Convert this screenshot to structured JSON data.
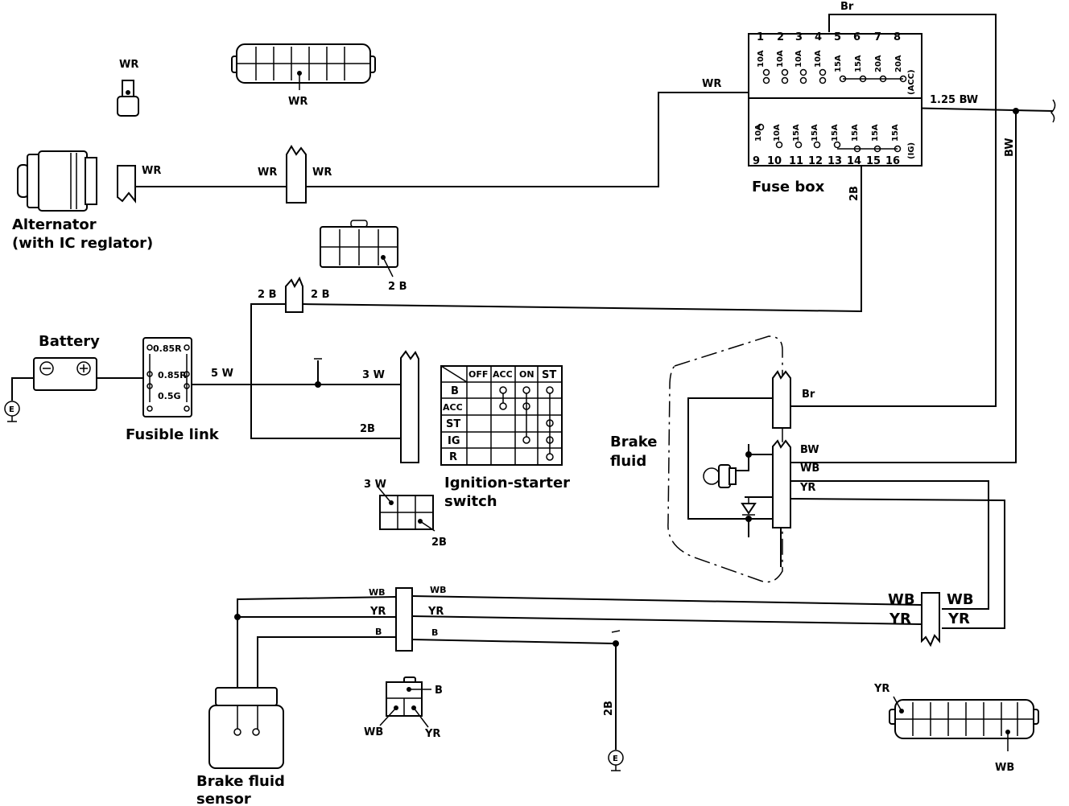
{
  "components": {
    "alternator": "Alternator",
    "alternator_sub": "(with IC reglator)",
    "battery": "Battery",
    "fusible_link": "Fusible link",
    "fuse_box": "Fuse box",
    "ignition_switch": "Ignition-starter",
    "ignition_switch_2": "switch",
    "brake_fluid": "Brake",
    "brake_fluid_2": "fluid",
    "brake_fluid_sensor": "Brake fluid",
    "brake_fluid_sensor_2": "sensor"
  },
  "symbols": {
    "minus": "⊖",
    "plus": "⊕",
    "ground": "E"
  },
  "fusible_link_ratings": [
    "0.85R",
    "0.85R",
    "0.5G"
  ],
  "fuse_box": {
    "top_numbers": [
      "1",
      "2",
      "3",
      "4",
      "5",
      "6",
      "7",
      "8"
    ],
    "top_ratings": [
      "10A",
      "10A",
      "10A",
      "10A",
      "15A",
      "15A",
      "20A",
      "20A"
    ],
    "top_tag": "(ACC)",
    "bottom_numbers": [
      "9",
      "10",
      "11",
      "12",
      "13",
      "14",
      "15",
      "16"
    ],
    "bottom_ratings": [
      "10A",
      "10A",
      "15A",
      "15A",
      "15A",
      "15A",
      "15A",
      "15A"
    ],
    "bottom_tag": "(IG)"
  },
  "switch_table": {
    "headers": [
      "OFF",
      "ACC",
      "ON",
      "ST"
    ],
    "rows": [
      "B",
      "ACC",
      "ST",
      "IG",
      "R"
    ]
  },
  "wires": {
    "wr": "WR",
    "br": "Br",
    "bw": "BW",
    "bw_125": "1.25 BW",
    "b2": "2B",
    "b2_spaced": "2 B",
    "w5": "5 W",
    "w3": "3 W",
    "wb": "WB",
    "yr": "YR",
    "b": "B"
  }
}
